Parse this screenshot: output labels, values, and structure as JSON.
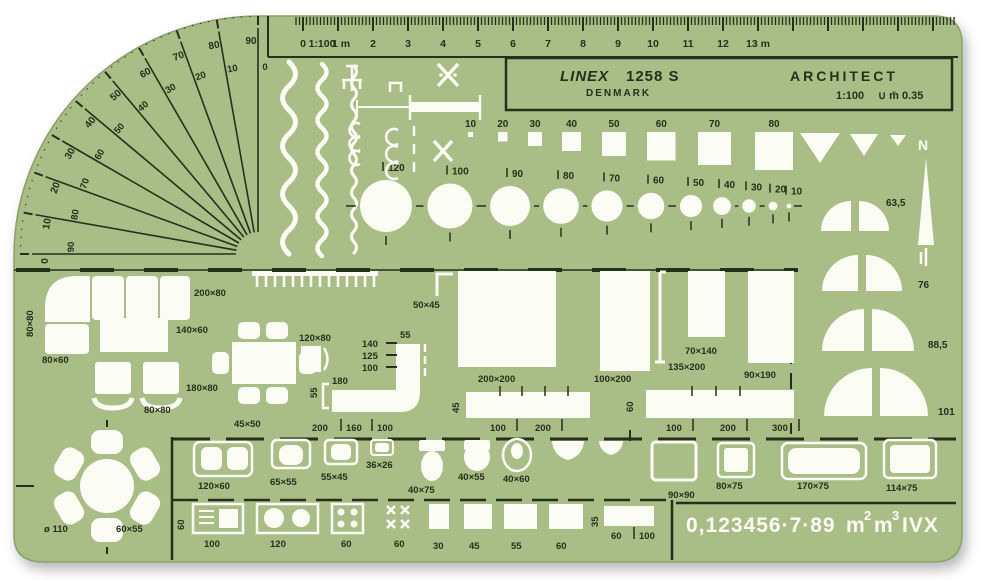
{
  "colors": {
    "template": "#a9bd87",
    "print": "#25301a",
    "cutout": "#fbfcf4"
  },
  "ruler": {
    "labels": [
      "0",
      "1:100",
      "1 m",
      "2",
      "3",
      "4",
      "5",
      "6",
      "7",
      "8",
      "9",
      "10",
      "11",
      "12",
      "13 m"
    ]
  },
  "title_block": {
    "brand": "LINEX",
    "model": "1258 S",
    "country": "DENMARK",
    "series": "ARCHITECT",
    "scale": "1:100",
    "pen_spec": "∪ m̄ 0.35"
  },
  "protractor": {
    "outer": [
      "0",
      "10",
      "20",
      "30",
      "40",
      "50",
      "60",
      "70",
      "80",
      "90"
    ],
    "inner": [
      "90",
      "80",
      "70",
      "60",
      "50",
      "40",
      "30",
      "20",
      "10",
      "0"
    ]
  },
  "squares": {
    "labels": [
      "10",
      "20",
      "30",
      "40",
      "50",
      "60",
      "70",
      "80"
    ]
  },
  "circles": {
    "labels": [
      "120",
      "100",
      "90",
      "80",
      "70",
      "60",
      "50",
      "40",
      "30",
      "20",
      "10"
    ]
  },
  "compass": {
    "north": "N"
  },
  "door_arcs": {
    "a635": "63,5",
    "a76": "76",
    "a885": "88,5",
    "a101": "101"
  },
  "living": {
    "sofa_depth": "80×80",
    "sofa": "200×80",
    "coffee_table": "140×60",
    "side_table": "80×60",
    "armchair": "80×80",
    "dining_table": "180×80",
    "chair": "45×50",
    "cabinet": "120×80",
    "tick_140": "140",
    "tick_125": "125",
    "tick_100": "100",
    "tick_55": "55",
    "counter_180": "180",
    "counter_depth": "55",
    "len_200": "200",
    "len_160": "160",
    "len_100": "100",
    "bracket": "50×45"
  },
  "beds": {
    "double": "200×200",
    "single": "100×200",
    "mid": "135×200",
    "cot": "70×140",
    "wide": "90×190",
    "runner45": "45",
    "r45_100": "100",
    "r45_200": "200",
    "runner60": "60",
    "r60_100": "100",
    "r60_200": "200",
    "r60_300": "300"
  },
  "round_table": {
    "diameter": "ø 110",
    "chair": "60×55"
  },
  "bath": {
    "double_sink": "120×60",
    "sink_65": "65×55",
    "sink_55": "55×45",
    "sink_36": "36×26",
    "wc_75": "40×75",
    "wc_55": "40×55",
    "bidet": "40×60",
    "shower": "90×90",
    "tub_80": "80×75",
    "tub_170": "170×75",
    "tub_114": "114×75"
  },
  "kitchen": {
    "depth": "60",
    "unit_100": "100",
    "unit_120": "120",
    "hob": "60",
    "cross_unit": "60",
    "u30": "30",
    "u45": "45",
    "u55": "55",
    "u60": "60",
    "depth_35": "35",
    "seg_60": "60",
    "seg_100": "100"
  },
  "stencil": {
    "digits": "0,123456·7·89",
    "m1": "m",
    "exp2": "2",
    "m2": "m",
    "exp3": "3",
    "roman": "IVX"
  }
}
